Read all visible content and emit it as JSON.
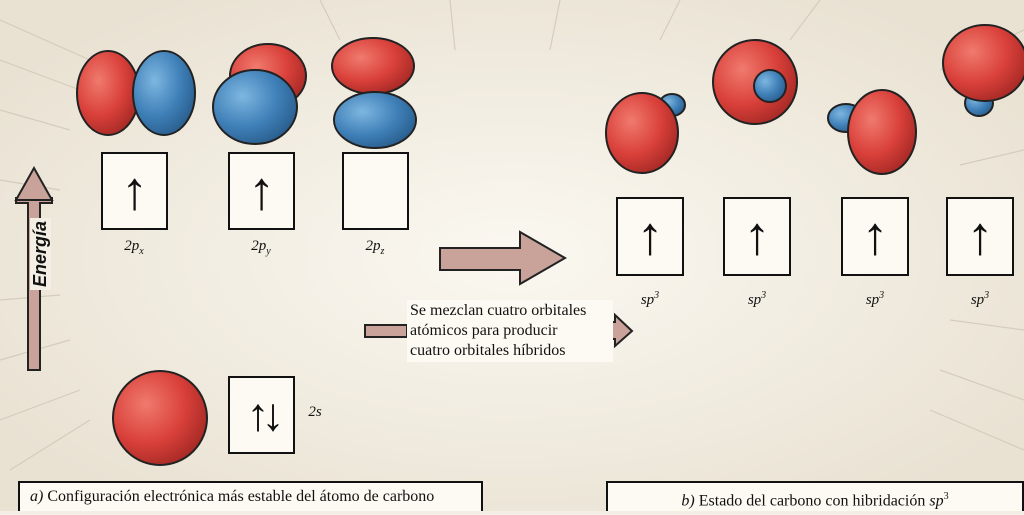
{
  "atomic": {
    "orbitals_2p": [
      {
        "main": "2",
        "letter": "p",
        "sub": "x",
        "electron": "↑"
      },
      {
        "main": "2",
        "letter": "p",
        "sub": "y",
        "electron": "↑"
      },
      {
        "main": "2",
        "letter": "p",
        "sub": "z",
        "electron": ""
      }
    ],
    "orbital_2s": {
      "label": "2s",
      "electrons": "↑↓"
    },
    "energy_label": "Energía"
  },
  "hybrid": {
    "orbitals": [
      {
        "base": "sp",
        "sup": "3",
        "electron": "↑"
      },
      {
        "base": "sp",
        "sup": "3",
        "electron": "↑"
      },
      {
        "base": "sp",
        "sup": "3",
        "electron": "↑"
      },
      {
        "base": "sp",
        "sup": "3",
        "electron": "↑"
      }
    ]
  },
  "mixing_note": [
    "Se mezclan cuatro orbitales",
    "atómicos para producir",
    "cuatro orbitales híbridos"
  ],
  "captions": {
    "a_letter": "a)",
    "a_text": "Configuración electrónica más estable del átomo de carbono",
    "b_letter": "b)",
    "b_text": "Estado del carbono con hibridación",
    "b_math": "sp",
    "b_sup": "3"
  },
  "colors": {
    "lobe_red": "#d9403a",
    "lobe_blue": "#3f80b8",
    "arrow_fill": "#c9a29a",
    "paper": "#f4efe4"
  }
}
